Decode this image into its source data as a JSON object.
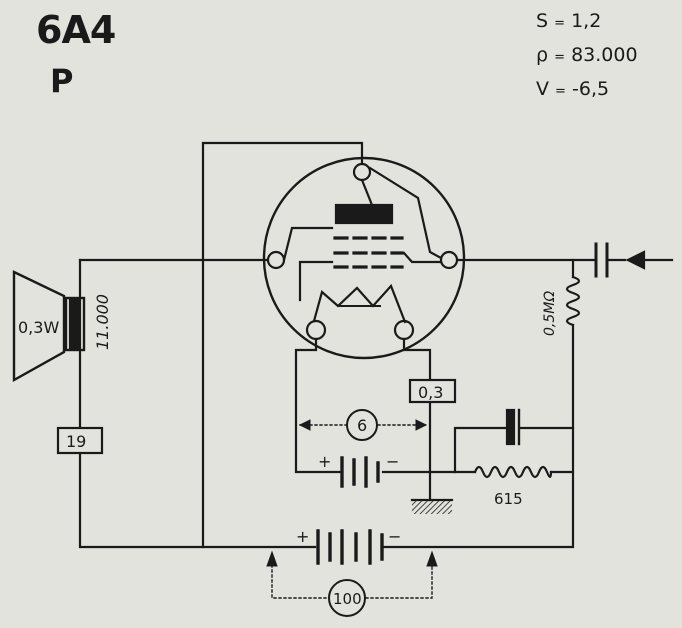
{
  "header": {
    "tube_type": "6A4",
    "tube_class": "P",
    "params": [
      {
        "label": "S",
        "sep": "=",
        "value": "1,2"
      },
      {
        "label": "ρ",
        "sep": "=",
        "value": "83.000"
      },
      {
        "label": "V",
        "sep": "=",
        "value": "-6,5"
      }
    ]
  },
  "speaker": {
    "power_label": "0,3W",
    "transformer_label": "11.000"
  },
  "components": {
    "speaker_resistor_label": "19",
    "filament_label": "0,3",
    "filament_voltage_label": "6",
    "grid_resistor_label": "0,5MΩ",
    "cathode_resistor_label": "615",
    "ht_voltage_label": "100",
    "plus_sign": "+",
    "minus_sign": "−"
  }
}
